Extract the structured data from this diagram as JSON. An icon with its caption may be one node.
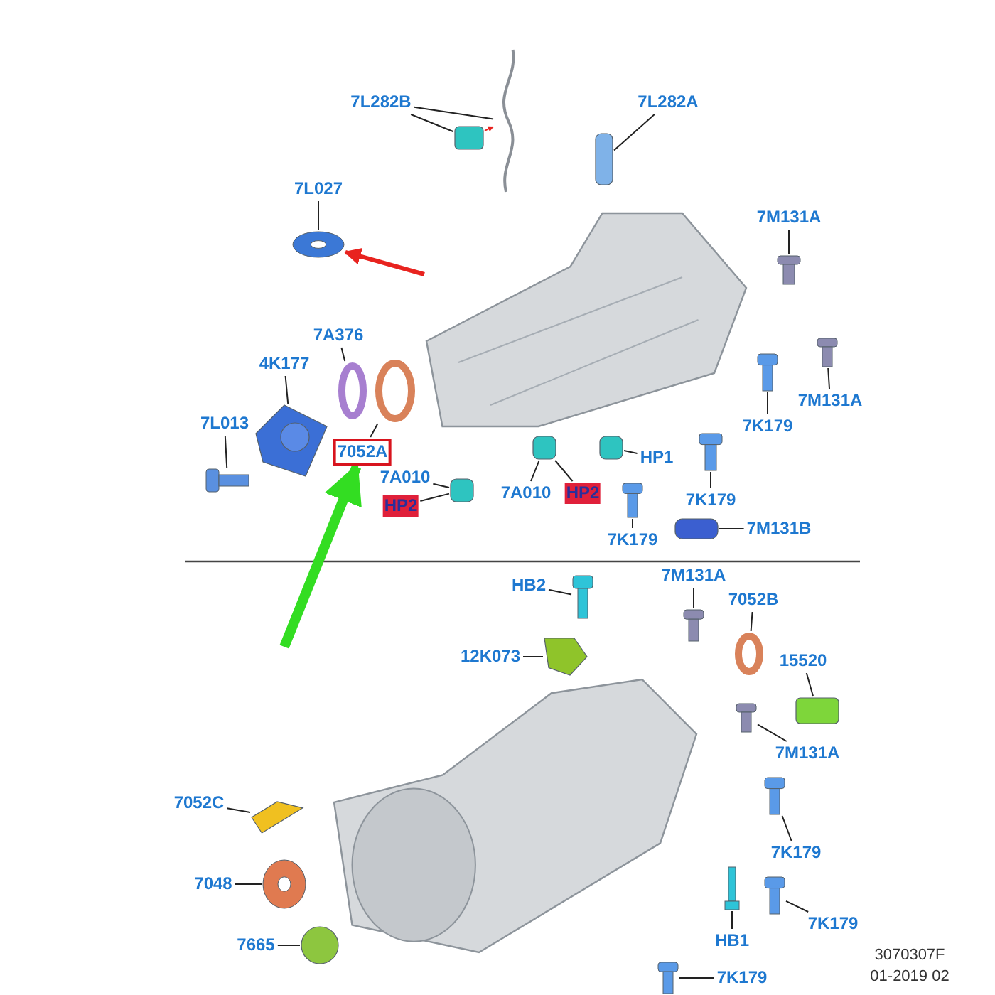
{
  "diagram": {
    "nodes": [
      {
        "text": [
          "7L282B"
        ]
      },
      {
        "text": [],
        "shape": "picture"
      },
      {
        "text": [],
        "shape": "box"
      },
      {
        "text": [
          "7L282A"
        ]
      },
      {
        "text": [],
        "shape": "box"
      },
      {
        "text": [
          "7L027"
        ]
      },
      {
        "text": [],
        "shape": "circle"
      },
      {
        "text": [
          "7M131A"
        ]
      },
      {
        "text": [],
        "shape": "picture"
      },
      {
        "text": [],
        "shape": "picture"
      },
      {
        "text": [
          "7A376"
        ]
      },
      {
        "text": [],
        "shape": "circle"
      },
      {
        "text": [
          "4K177"
        ]
      },
      {
        "text": [],
        "shape": "picture"
      },
      {
        "text": [
          "7L013"
        ]
      },
      {
        "text": [],
        "shape": "picture"
      },
      {
        "text": [
          "7052A"
        ]
      },
      {
        "text": [],
        "shape": "circle"
      },
      {
        "text": [
          "HP1"
        ]
      },
      {
        "text": [],
        "shape": "box"
      },
      {
        "text": [
          "7K179"
        ]
      },
      {
        "text": [],
        "shape": "picture"
      },
      {
        "text": [
          "7M131A"
        ]
      },
      {
        "text": [],
        "shape": "picture"
      },
      {
        "text": [
          "7K179"
        ]
      },
      {
        "text": [],
        "shape": "picture"
      },
      {
        "text": [
          "7A010"
        ]
      },
      {
        "text": [
          "HP2"
        ]
      },
      {
        "text": [],
        "shape": "box"
      },
      {
        "text": [
          "7A010"
        ]
      },
      {
        "text": [
          "HP2"
        ]
      },
      {
        "text": [],
        "shape": "box"
      },
      {
        "text": [
          "7K179"
        ]
      },
      {
        "text": [],
        "shape": "picture"
      },
      {
        "text": [
          "7M131B"
        ]
      },
      {
        "text": [],
        "shape": "box"
      },
      {
        "text": [
          "HB2"
        ]
      },
      {
        "text": [],
        "shape": "picture"
      },
      {
        "text": [
          "7M131A"
        ]
      },
      {
        "text": [],
        "shape": "picture"
      },
      {
        "text": [
          "7052B"
        ]
      },
      {
        "text": [],
        "shape": "circle"
      },
      {
        "text": [
          "12K073"
        ]
      },
      {
        "text": [],
        "shape": "picture"
      },
      {
        "text": [
          "15520"
        ]
      },
      {
        "text": [],
        "shape": "box"
      },
      {
        "text": [
          "7M131A"
        ]
      },
      {
        "text": [],
        "shape": "picture"
      },
      {
        "text": [],
        "shape": "picture"
      },
      {
        "text": [
          "7052C"
        ]
      },
      {
        "text": [],
        "shape": "picture"
      },
      {
        "text": [
          "7K179"
        ]
      },
      {
        "text": [],
        "shape": "picture"
      },
      {
        "text": [
          "7048"
        ]
      },
      {
        "text": [],
        "shape": "circle"
      },
      {
        "text": [
          "7K179"
        ]
      },
      {
        "text": [],
        "shape": "picture"
      },
      {
        "text": [
          "HB1"
        ]
      },
      {
        "text": [],
        "shape": "picture"
      },
      {
        "text": [
          "7665"
        ]
      },
      {
        "text": [],
        "shape": "circle"
      },
      {
        "text": [
          "7K179"
        ]
      },
      {
        "text": [],
        "shape": "picture"
      }
    ],
    "edges": [
      {
        "from": 0,
        "to": 1,
        "arrow": "none"
      },
      {
        "from": 0,
        "to": 2,
        "arrow": "none"
      },
      {
        "from": 2,
        "to": 1,
        "arrow": "to",
        "color": "#e8231f"
      },
      {
        "from": 3,
        "to": 4,
        "arrow": "none"
      },
      {
        "from": 5,
        "to": 6,
        "arrow": "none"
      },
      {
        "from": 9,
        "to": 6,
        "arrow": "to",
        "style": "thick",
        "color": "#e8231f"
      },
      {
        "from": 7,
        "to": 8,
        "arrow": "none"
      },
      {
        "from": 10,
        "to": 11,
        "arrow": "none"
      },
      {
        "from": 12,
        "to": 13,
        "arrow": "none"
      },
      {
        "from": 14,
        "to": 15,
        "arrow": "none"
      },
      {
        "from": 16,
        "to": 17,
        "arrow": "none"
      },
      {
        "from": null,
        "to": 16,
        "arrow": "to",
        "style": "thick",
        "color": "#33dd22"
      },
      {
        "from": 18,
        "to": 19,
        "arrow": "none"
      },
      {
        "from": 20,
        "to": 21,
        "arrow": "none"
      },
      {
        "from": 22,
        "to": 23,
        "arrow": "none"
      },
      {
        "from": 24,
        "to": 25,
        "arrow": "none"
      },
      {
        "from": 26,
        "to": 28,
        "arrow": "none"
      },
      {
        "from": 27,
        "to": 28,
        "arrow": "none"
      },
      {
        "from": 29,
        "to": 31,
        "arrow": "none"
      },
      {
        "from": 30,
        "to": 31,
        "arrow": "none"
      },
      {
        "from": 32,
        "to": 33,
        "arrow": "none"
      },
      {
        "from": 34,
        "to": 35,
        "arrow": "none"
      },
      {
        "from": 36,
        "to": 37,
        "arrow": "none"
      },
      {
        "from": 38,
        "to": 39,
        "arrow": "none"
      },
      {
        "from": 40,
        "to": 41,
        "arrow": "none"
      },
      {
        "from": 42,
        "to": 43,
        "arrow": "none"
      },
      {
        "from": 44,
        "to": 45,
        "arrow": "none"
      },
      {
        "from": 46,
        "to": 47,
        "arrow": "none"
      },
      {
        "from": 49,
        "to": 50,
        "arrow": "none"
      },
      {
        "from": 51,
        "to": 52,
        "arrow": "none"
      },
      {
        "from": 53,
        "to": 54,
        "arrow": "none"
      },
      {
        "from": 55,
        "to": 56,
        "arrow": "none"
      },
      {
        "from": 57,
        "to": 58,
        "arrow": "none"
      },
      {
        "from": 59,
        "to": 60,
        "arrow": "none"
      },
      {
        "from": 61,
        "to": 62,
        "arrow": "none"
      }
    ],
    "labels": [
      "3070307F",
      "01-2019 02"
    ]
  }
}
